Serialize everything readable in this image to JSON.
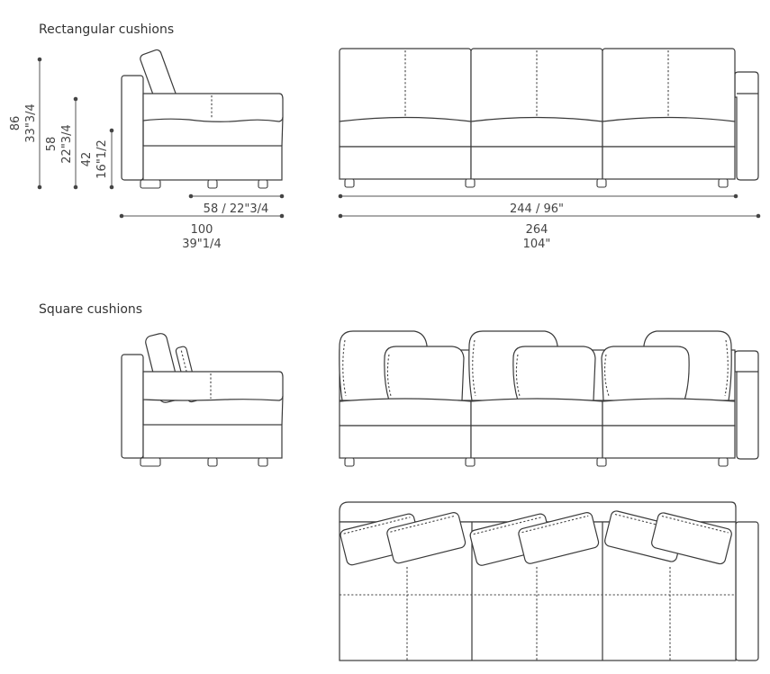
{
  "sections": {
    "rectangular_title": "Rectangular cushions",
    "square_title": "Square cushions"
  },
  "dimensions": {
    "total_height_cm": "86",
    "total_height_in": "33\"3/4",
    "arm_height_cm": "58",
    "arm_height_in": "22\"3/4",
    "seat_height_cm": "42",
    "seat_height_in": "16\"1/2",
    "seat_depth": "58 / 22\"3/4",
    "depth_cm": "100",
    "depth_in": "39\"1/4",
    "seat_width": "244 / 96\"",
    "width_cm": "264",
    "width_in": "104\""
  }
}
